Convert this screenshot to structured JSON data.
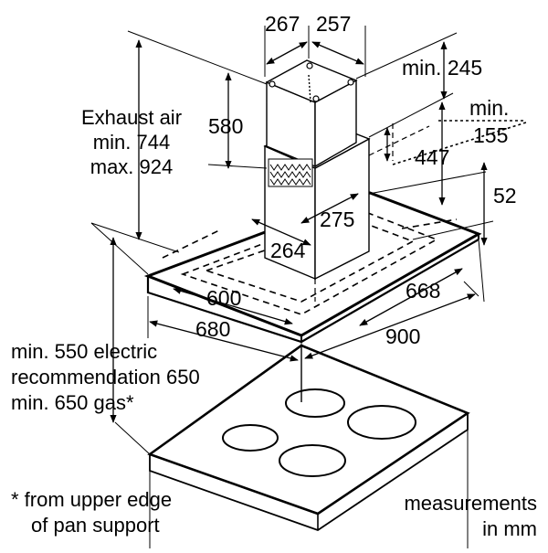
{
  "dims": {
    "chimney_width": "267",
    "chimney_depth": "257",
    "min_245": "min. 245",
    "chimney_height": "580",
    "min_155_line1": "min.",
    "min_155_line2": "155",
    "d447": "447",
    "d52": "52",
    "d275": "275",
    "d264": "264",
    "d600": "600",
    "d668": "668",
    "d680": "680",
    "d900": "900"
  },
  "labels": {
    "exhaust_line1": "Exhaust air",
    "exhaust_line2": "min. 744",
    "exhaust_line3": "max. 924",
    "clearance_line1": "min. 550 electric",
    "clearance_line2": "recommendation 650",
    "clearance_line3": "min. 650 gas*",
    "footnote_line1": "* from upper edge",
    "footnote_line2": "of pan support",
    "units_line1": "measurements",
    "units_line2": "in mm"
  },
  "colors": {
    "line": "#000000",
    "duct_fill": "#ffffff"
  }
}
